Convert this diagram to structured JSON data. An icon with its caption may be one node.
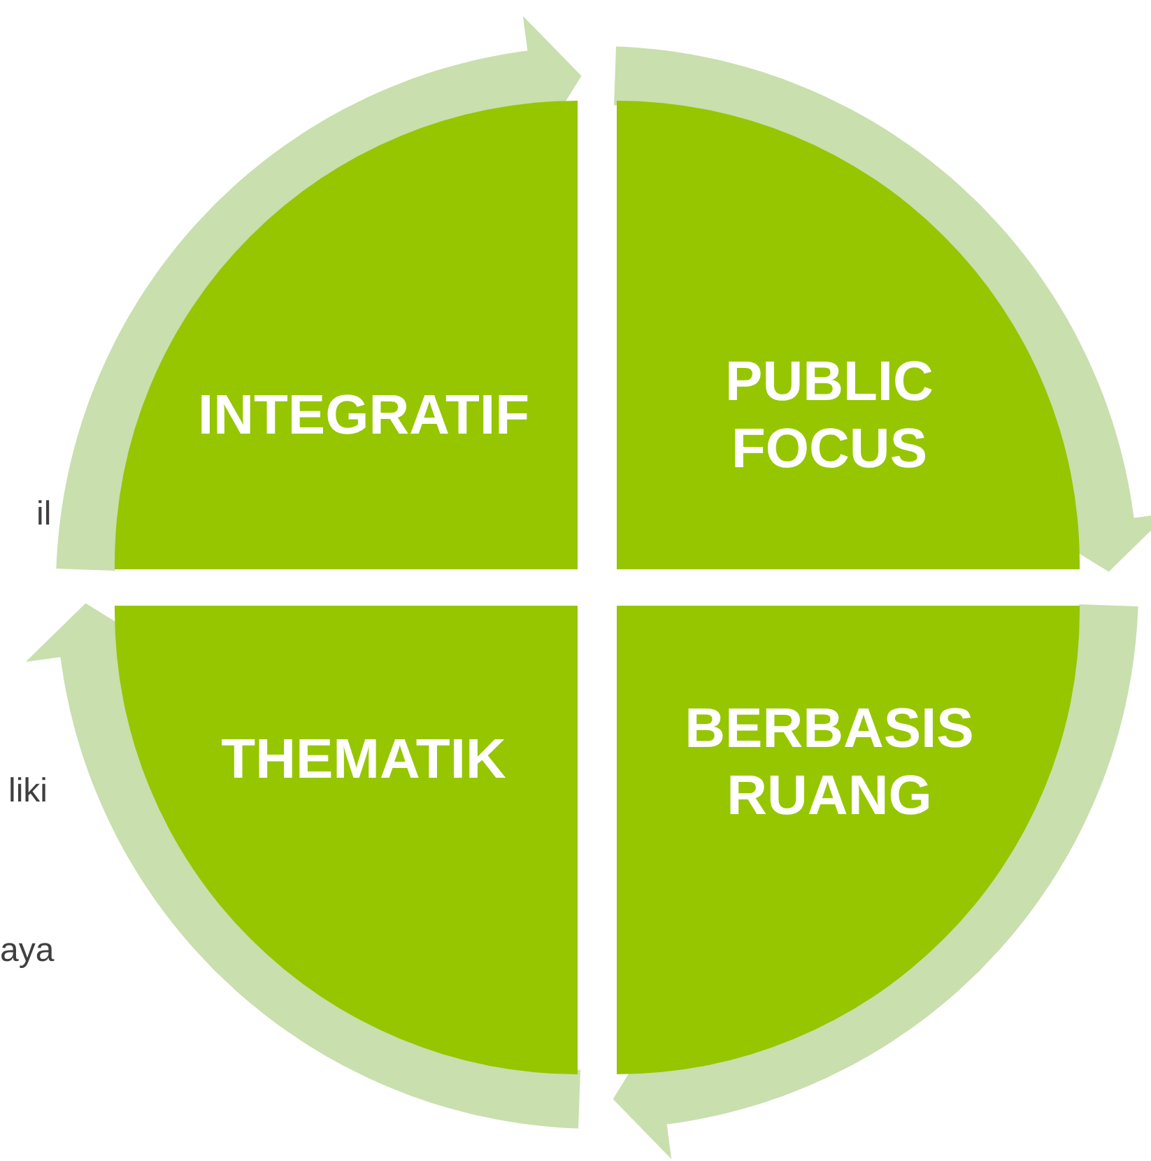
{
  "diagram": {
    "nodes": [
      {
        "text": [
          "INTEGRATIF"
        ]
      },
      {
        "text": [
          "PUBLIC FOCUS"
        ]
      },
      {
        "text": [
          "THEMATIK"
        ]
      },
      {
        "text": [
          "BERBASIS RUANG"
        ]
      }
    ],
    "edges": [
      {
        "from": 0,
        "to": 1,
        "arrow": "to"
      },
      {
        "from": 1,
        "to": 3,
        "arrow": "to"
      },
      {
        "from": 3,
        "to": 2,
        "arrow": "to"
      },
      {
        "from": 2,
        "to": 0,
        "arrow": "to"
      }
    ],
    "labels": [
      "il",
      "liki",
      "aya"
    ]
  }
}
